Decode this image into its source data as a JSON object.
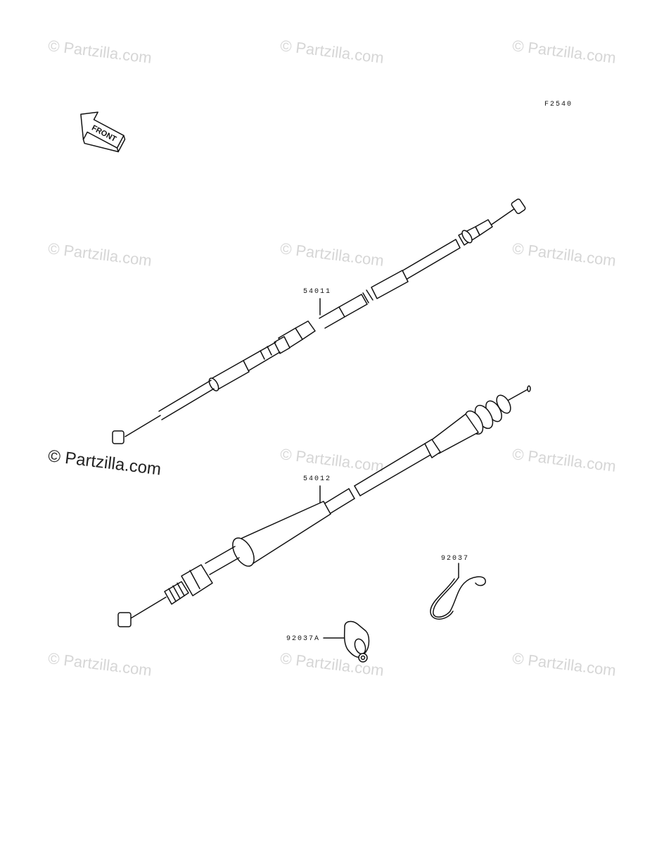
{
  "watermark": {
    "text": "© Partzilla.com",
    "main_text": "© Partzilla.com"
  },
  "diagram": {
    "figure_code": "F2540",
    "front_arrow_label": "FRONT",
    "parts": [
      {
        "part_number": "54011"
      },
      {
        "part_number": "54012"
      },
      {
        "part_number": "92037"
      },
      {
        "part_number": "92037A"
      }
    ]
  },
  "colors": {
    "line": "#111111",
    "watermark": "#d6d6d6",
    "background": "#ffffff"
  }
}
